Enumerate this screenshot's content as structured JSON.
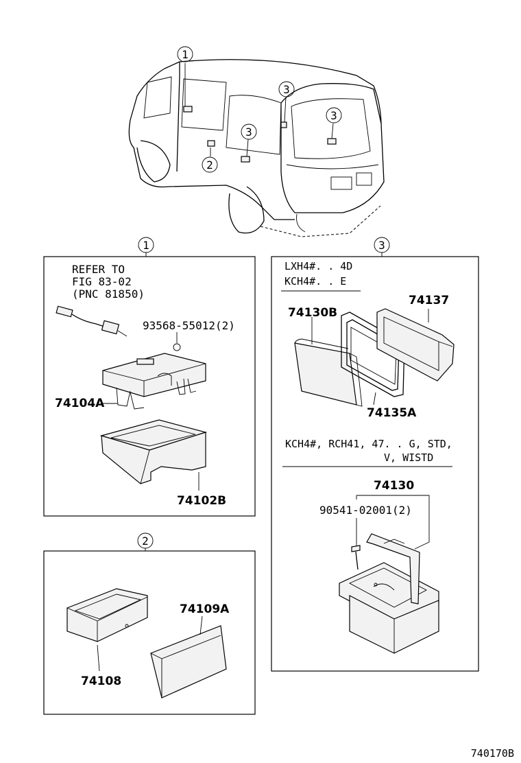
{
  "callouts": {
    "c1": "1",
    "c2": "2",
    "c3": "3"
  },
  "panel1": {
    "refer_line1": "REFER TO",
    "refer_line2": "FIG 83-02",
    "refer_line3": "(PNC 81850)",
    "screw_part": "93568-55012(2)",
    "part_a": "74104A",
    "part_b": "74102B"
  },
  "panel2": {
    "part_a": "74109A",
    "part_b": "74108"
  },
  "panel3": {
    "variant1_line1": "LXH4#. . 4D",
    "variant1_line2": "KCH4#. . E",
    "part_a": "74130B",
    "part_b": "74137",
    "part_c": "74135A",
    "variant2_line1": "KCH4#, RCH41, 47. . G, STD,",
    "variant2_line2": "V, WISTD",
    "part_d": "74130",
    "screw_part": "90541-02001(2)"
  },
  "footer": {
    "code": "740170B"
  }
}
